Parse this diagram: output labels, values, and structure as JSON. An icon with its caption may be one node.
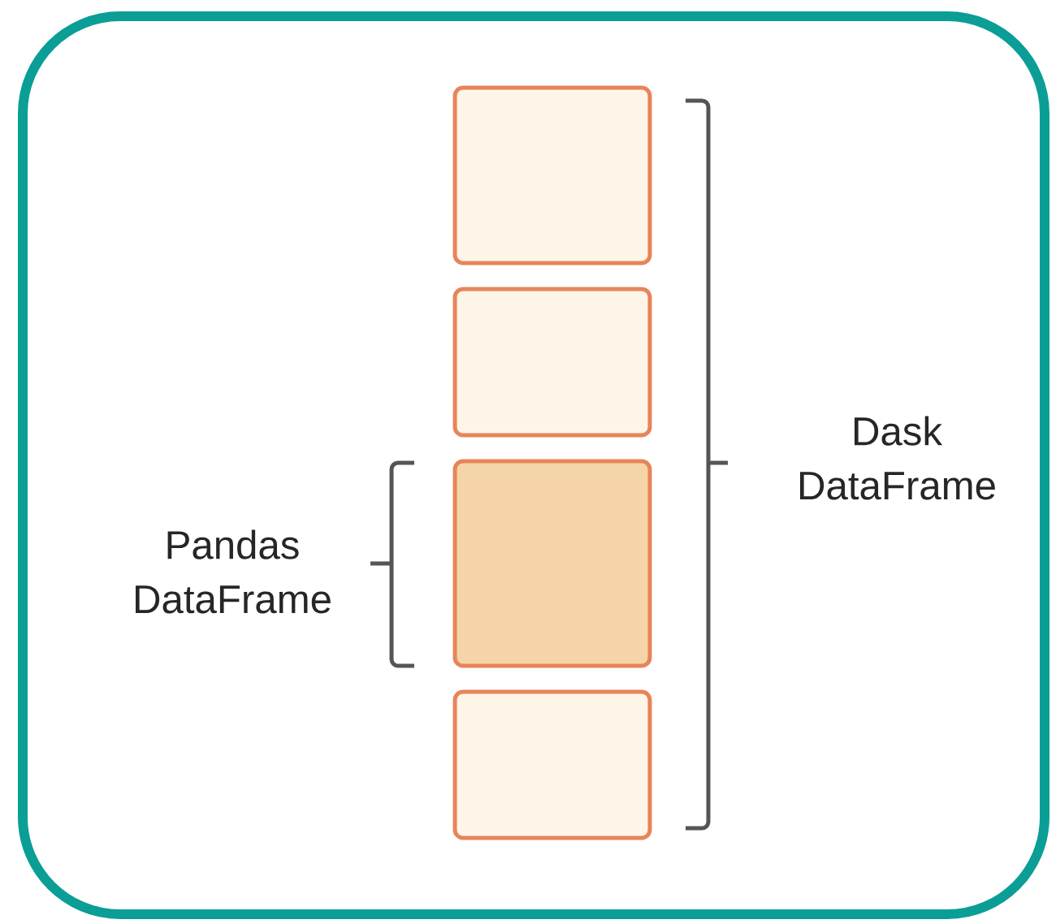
{
  "diagram": {
    "nodes": [
      {
        "text": [],
        "shape": "box"
      },
      {
        "text": [],
        "shape": "box"
      },
      {
        "text": [],
        "shape": "box"
      },
      {
        "text": [],
        "shape": "box"
      }
    ],
    "labels": [
      "Pandas DataFrame",
      "Dask DataFrame"
    ]
  }
}
